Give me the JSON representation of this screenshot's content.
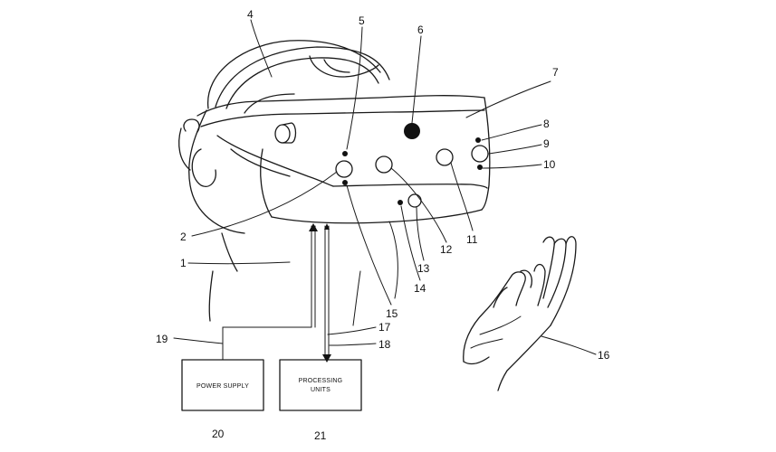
{
  "figure": {
    "colors": {
      "ink": "#1a1a1a",
      "background": "#ffffff"
    },
    "reference_numerals": [
      "1",
      "2",
      "4",
      "5",
      "6",
      "7",
      "8",
      "9",
      "10",
      "11",
      "12",
      "13",
      "14",
      "15",
      "16",
      "17",
      "18",
      "19",
      "20",
      "21"
    ],
    "boxes": {
      "power_supply": "POWER SUPPLY",
      "processing_line1": "PROCESSING",
      "processing_line2": "UNITS"
    }
  }
}
